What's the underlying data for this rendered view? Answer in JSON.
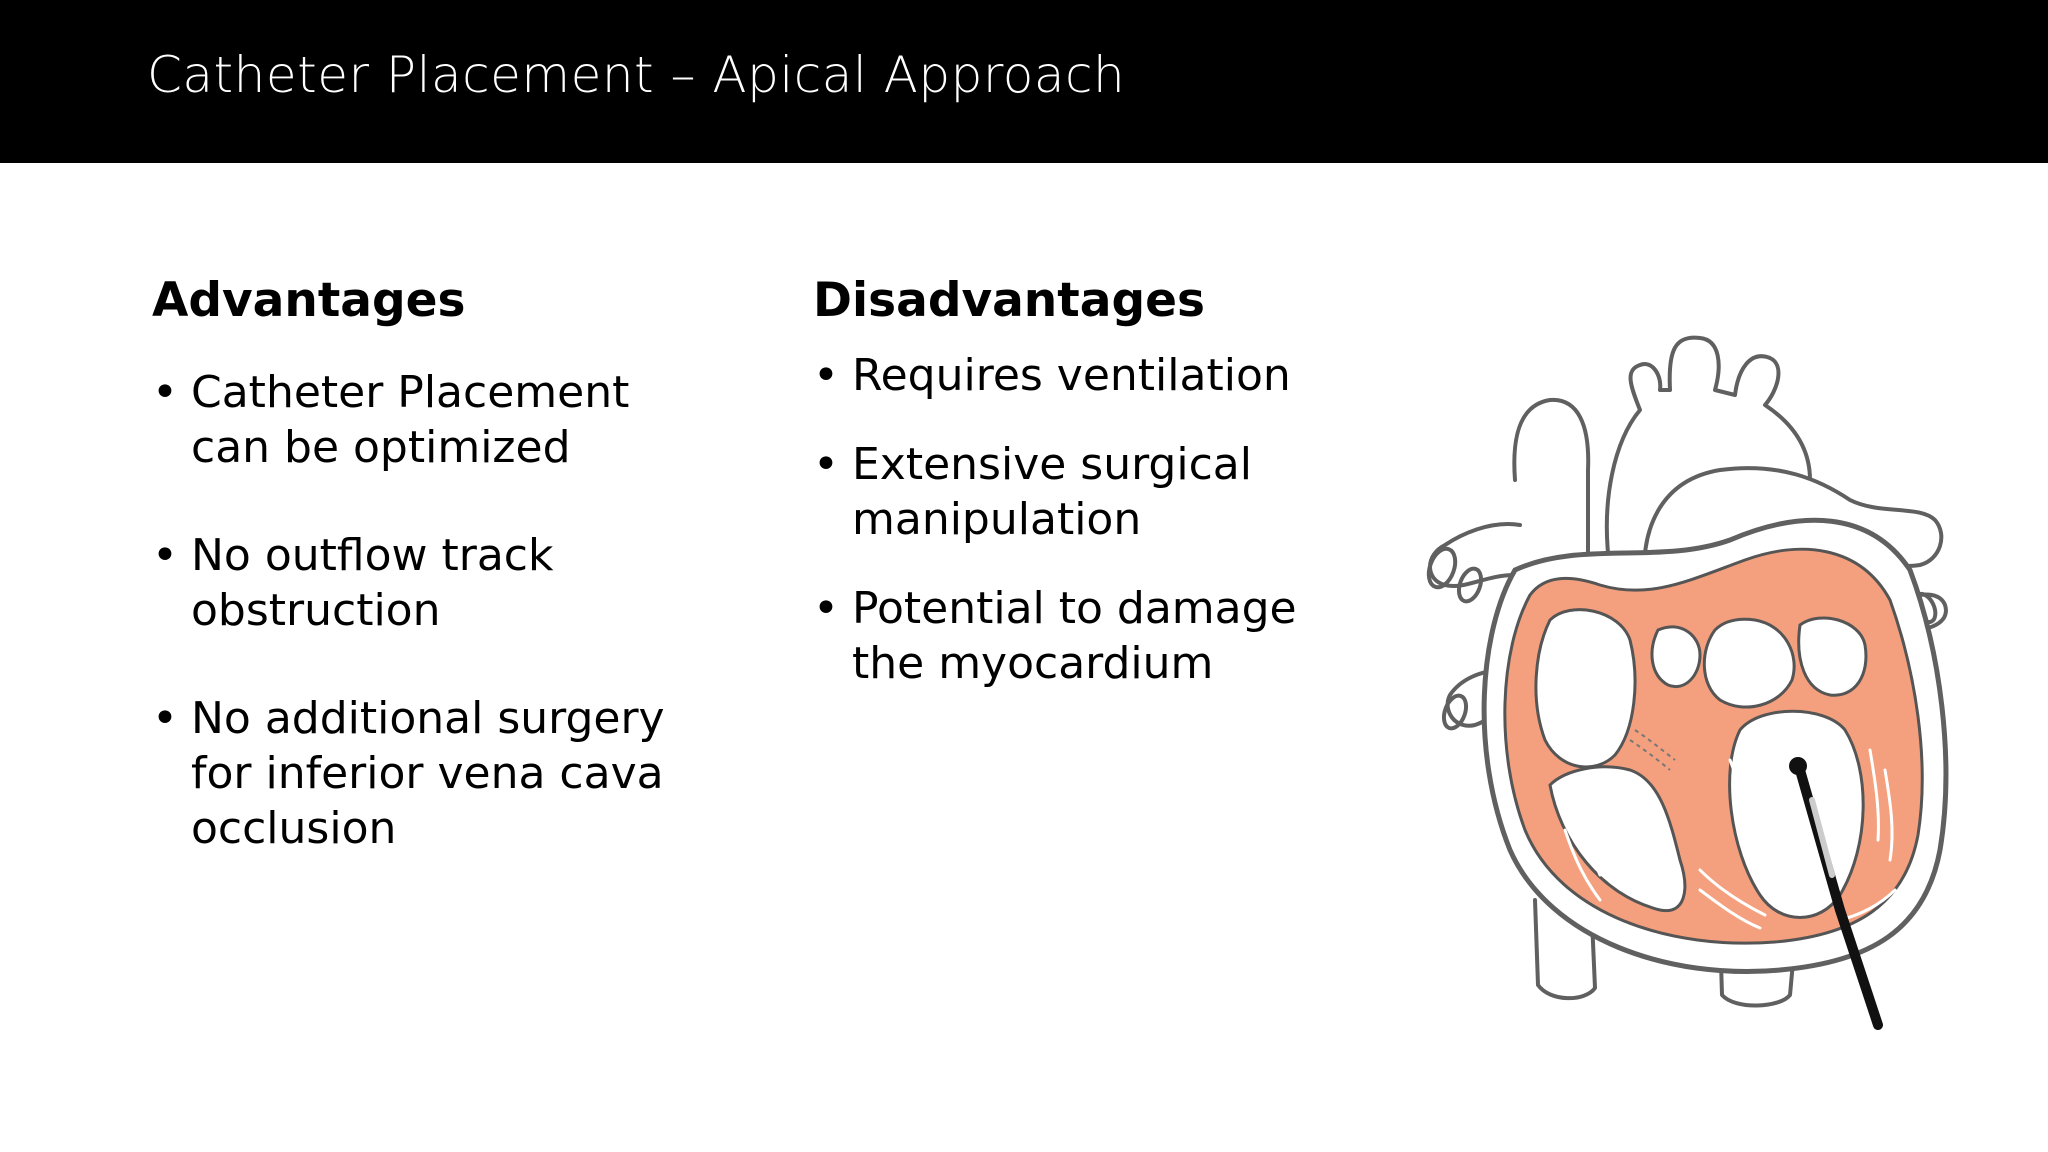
{
  "slide": {
    "title": "Catheter Placement – Apical Approach",
    "bullet_glyph": "•"
  },
  "advantages": {
    "heading": "Advantages",
    "items": [
      "Catheter Placement can be optimized",
      "No outflow track obstruction",
      "No additional surgery for inferior vena cava occlusion"
    ]
  },
  "disadvantages": {
    "heading": "Disadvantages",
    "items": [
      "Requires ventilation",
      "Extensive surgical manipulation",
      "Potential to damage the myocardium"
    ]
  },
  "colors": {
    "title_bar": "#000000",
    "title_text": "#ffffff",
    "body_text": "#000000",
    "myocardium": "#f4a07e",
    "outline": "#606060",
    "catheter": "#111111"
  },
  "figure": {
    "icon": "heart-diagram-icon"
  }
}
